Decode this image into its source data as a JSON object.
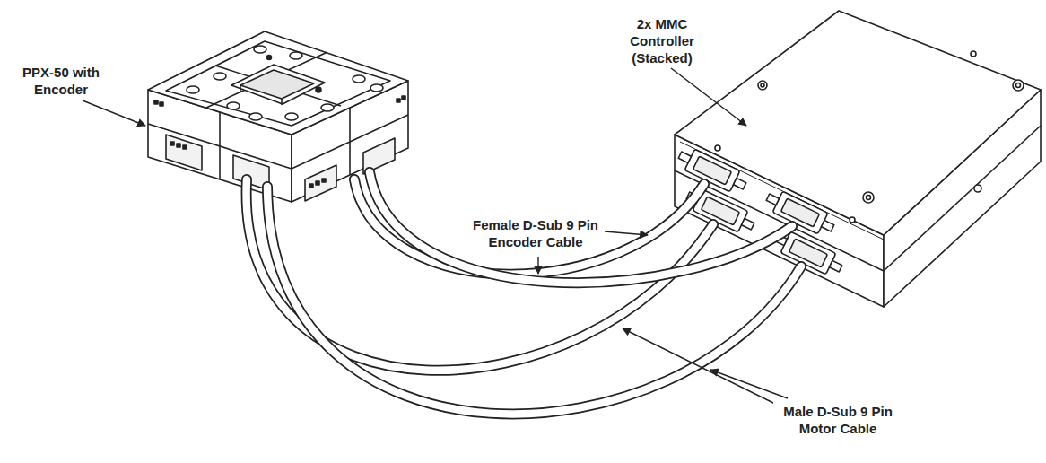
{
  "diagram": {
    "labels": [
      "PPX-50 with Encoder",
      "2x MMC Controller (Stacked)",
      "Female D-Sub 9 Pin Encoder Cable",
      "Male D-Sub 9 Pin Motor Cable"
    ]
  }
}
